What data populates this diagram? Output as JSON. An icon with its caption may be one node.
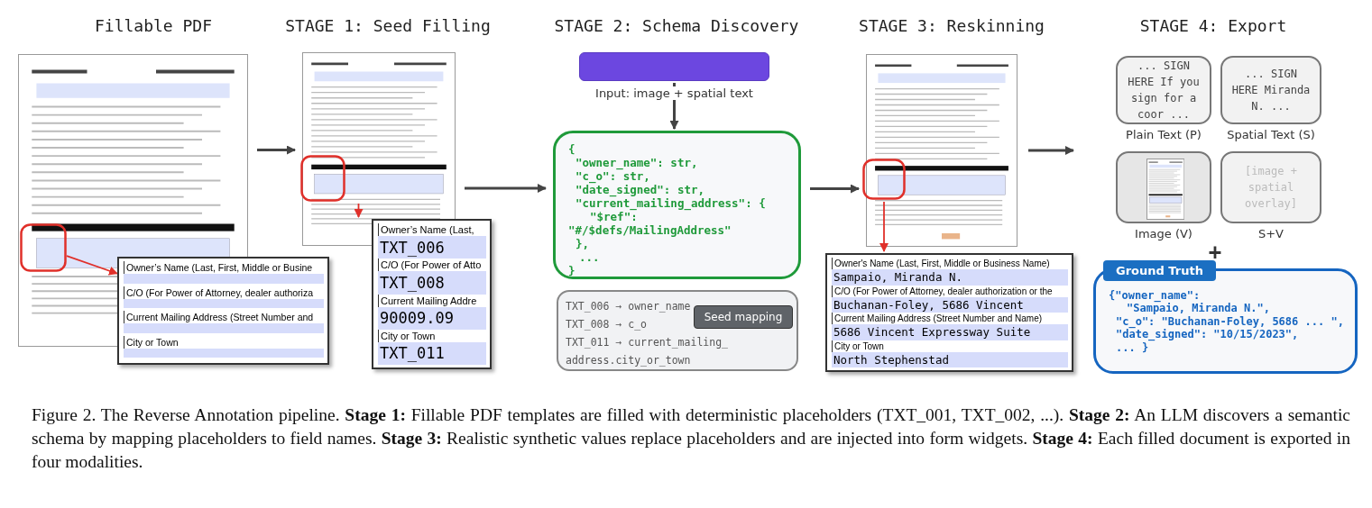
{
  "diagram": {
    "caption": "Figure 2.  The Reverse Annotation pipeline.  **Stage 1:** Fillable PDF templates are filled with deterministic placeholders (TXT_001, TXT_002, ...). **Stage 2:** An LLM discovers a semantic schema by mapping placeholders to field names. **Stage 3:** Realistic synthetic values replace placeholders and are injected into form widgets. **Stage 4:** Each filled document is exported in four modalities.",
    "nodes": [
      {
        "text": [],
        "shape": "picture"
      },
      {
        "text": [
          "Owner’s Name (Last, First, Middle or Busine",
          "C/O (For Power of Attorney, dealer authoriza",
          "Current Mailing Address (Street Number and",
          "City or Town"
        ]
      },
      {
        "text": [],
        "shape": "picture"
      },
      {
        "text": [
          "Owner’s Name (Last,",
          "TXT_006",
          "C/O (For Power of Atto",
          "TXT_008",
          "Current Mailing Addre",
          "90009.09",
          "City or Town",
          "TXT_011"
        ]
      },
      {
        "text": [],
        "shape": "box"
      },
      {
        "text": [
          "{",
          "\"owner_name\": str,",
          "\"c_o\": str,",
          "\"date_signed\": str,",
          "\"current_mailing_address\": {",
          "\"$ref\":",
          "\"#/$defs/MailingAddress\"",
          "},",
          "...",
          "}"
        ]
      },
      {
        "text": [
          "TXT_006 → owner_name",
          "TXT_008 → c_o",
          "TXT_011 → current_mailing_ address.city_or_town"
        ]
      },
      {
        "text": [
          "Seed mapping"
        ],
        "in": 6
      },
      {
        "text": [],
        "shape": "picture"
      },
      {
        "text": [
          "Owner's Name (Last, First, Middle or Business Name)",
          "Sampaio, Miranda N.",
          "C/O (For Power of Attorney, dealer authorization or the",
          "Buchanan-Foley, 5686 Vincent",
          "Current Mailing Address (Street Number and Name)",
          "5686 Vincent Expressway Suite",
          "City or Town",
          "North Stephenstad"
        ]
      },
      {
        "text": [
          "... SIGN HERE If you sign for a coor ..."
        ],
        "beside": [
          "Plain Text (P)"
        ]
      },
      {
        "text": [
          "... SIGN HERE Miranda N. ..."
        ],
        "beside": [
          "Spatial Text (S)"
        ]
      },
      {
        "text": [],
        "shape": "picture",
        "beside": [
          "Image (V)"
        ]
      },
      {
        "text": [
          "[image + spatial overlay]"
        ],
        "beside": [
          "S+V"
        ]
      },
      {
        "text": [
          "Ground Truth",
          "{\"owner_name\":",
          "\"Sampaio, Miranda N.\",",
          "\"c_o\": \"Buchanan-Foley, 5686 ... \",",
          "\"date_signed\": \"10/15/2023\",",
          "... }"
        ]
      }
    ],
    "edges": [
      {
        "from": 0,
        "to": 1,
        "arrow": "to",
        "color": "#e0302a"
      },
      {
        "from": 0,
        "to": 2,
        "arrow": "to"
      },
      {
        "from": 2,
        "to": 3,
        "arrow": "to",
        "color": "#e0302a"
      },
      {
        "from": 2,
        "to": 5,
        "arrow": "to"
      },
      {
        "from": 4,
        "to": 5,
        "arrow": "to",
        "label": "Input: image + spatial text"
      },
      {
        "from": 5,
        "to": 8,
        "arrow": "to"
      },
      {
        "from": 8,
        "to": 9,
        "arrow": "to",
        "color": "#e0302a"
      },
      {
        "from": 8,
        "to": null,
        "arrow": "to"
      }
    ],
    "labels": [
      "Fillable PDF",
      "STAGE 1: Seed Filling",
      "STAGE 2: Schema Discovery",
      "STAGE 3: Reskinning",
      "STAGE 4: Export",
      "+"
    ]
  }
}
